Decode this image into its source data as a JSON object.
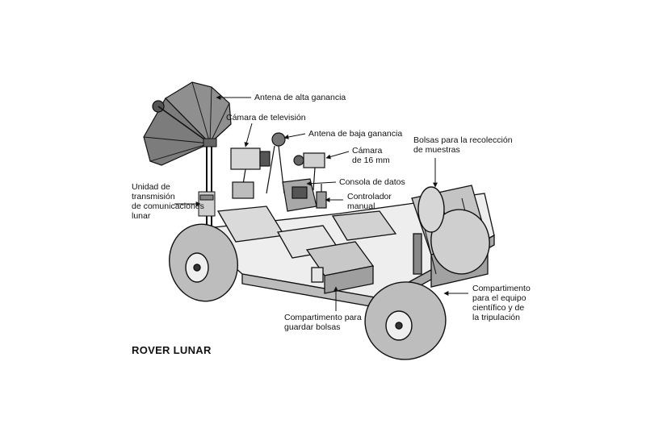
{
  "title": "ROVER LUNAR",
  "labels": {
    "high_gain_antenna": "Antena de alta ganancia",
    "tv_camera": "Cámara de televisión",
    "low_gain_antenna": "Antena de baja ganancia",
    "camera_16mm": "Cámara\nde 16 mm",
    "data_console": "Consola de datos",
    "hand_controller": "Controlador\nmanual",
    "comm_unit": "Unidad de\ntransmisión\nde comunicaciones\nlunar",
    "sample_bags": "Bolsas para la recolección\nde muestras",
    "bag_compartment": "Compartimento para\nguardar bolsas",
    "equipment_compartment": "Compartimento\npara el equipo\ncientífico y de\nla tripulación"
  }
}
